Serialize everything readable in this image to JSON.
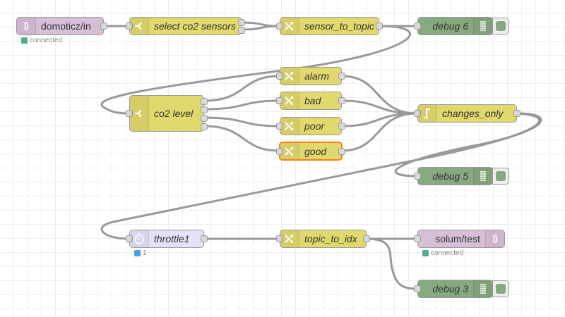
{
  "canvas": {
    "grid_color": "#eeeeee",
    "wire_color": "#999999"
  },
  "nodes": {
    "domoticz_in": {
      "label": "domoticz/in",
      "type": "mqtt in",
      "icon": "mqtt-icon",
      "status": "connected",
      "status_color": "#4caf86"
    },
    "select_co2": {
      "label": "select co2 sensors",
      "type": "switch",
      "icon": "switch-icon"
    },
    "sensor_to_topic": {
      "label": "sensor_to_topic",
      "type": "change",
      "icon": "change-icon"
    },
    "debug6": {
      "label": "debug 6",
      "type": "debug",
      "icon": "debug-icon"
    },
    "co2_level": {
      "label": "co2 level",
      "type": "switch",
      "icon": "switch-icon"
    },
    "alarm": {
      "label": "alarm",
      "type": "change",
      "icon": "change-icon"
    },
    "bad": {
      "label": "bad",
      "type": "change",
      "icon": "change-icon"
    },
    "poor": {
      "label": "poor",
      "type": "change",
      "icon": "change-icon"
    },
    "good": {
      "label": "good",
      "type": "change",
      "icon": "change-icon",
      "selected": true
    },
    "changes_only": {
      "label": "changes_only",
      "type": "rbe",
      "icon": "rbe-icon"
    },
    "debug5": {
      "label": "debug 5",
      "type": "debug",
      "icon": "debug-icon"
    },
    "throttle1": {
      "label": "throttle1",
      "type": "delay",
      "icon": "timer-icon",
      "status": "1",
      "status_color": "#4a9ee8"
    },
    "topic_to_idx": {
      "label": "topic_to_idx",
      "type": "change",
      "icon": "change-icon"
    },
    "solum_test": {
      "label": "solum/test",
      "type": "mqtt out",
      "icon": "mqtt-icon",
      "status": "connected",
      "status_color": "#4caf86"
    },
    "debug3": {
      "label": "debug 3",
      "type": "debug",
      "icon": "debug-icon"
    }
  },
  "colors": {
    "function": "#e2d96e",
    "mqtt": "#d8bfd8",
    "debug": "#87a980",
    "delay": "#e6e0f8",
    "selected_border": "#ff7f0e"
  }
}
